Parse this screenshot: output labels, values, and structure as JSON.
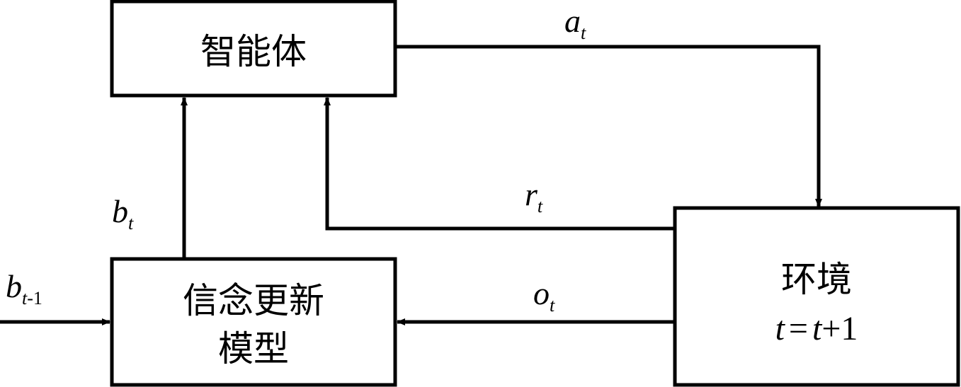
{
  "boxes": {
    "agent": {
      "label": "智能体"
    },
    "belief_update": {
      "line1": "信念更新",
      "line2": "模型"
    },
    "environment": {
      "line1": "环境",
      "eq_var1": "t",
      "eq_sign": "=",
      "eq_var2": "t",
      "eq_plus": "+",
      "eq_num": "1"
    }
  },
  "edges": {
    "action": {
      "var": "a",
      "sub": "t"
    },
    "reward": {
      "var": "r",
      "sub": "t"
    },
    "observation": {
      "var": "o",
      "sub": "t"
    },
    "belief": {
      "var": "b",
      "sub": "t"
    },
    "prev_belief": {
      "var": "b",
      "sub": "t",
      "sub_suffix": "-1"
    }
  },
  "colors": {
    "stroke": "#000000",
    "background": "#ffffff"
  }
}
